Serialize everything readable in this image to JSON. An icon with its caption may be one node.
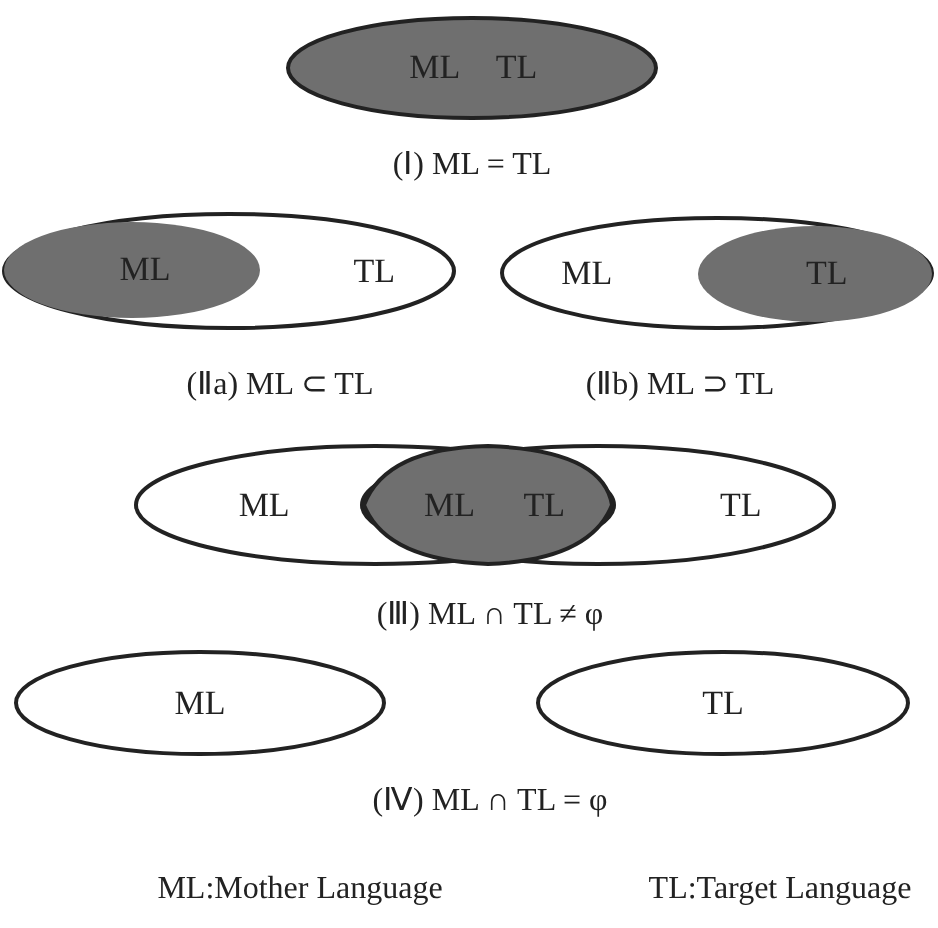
{
  "diagram": {
    "nodes": [
      {
        "text": [
          "ML",
          "TL"
        ]
      },
      {
        "text": [
          "TL"
        ]
      },
      {
        "text": [
          "ML"
        ],
        "in": 1
      },
      {
        "text": [
          "ML"
        ]
      },
      {
        "text": [
          "TL"
        ],
        "in": 3
      },
      {
        "text": [
          "ML"
        ]
      },
      {
        "text": [
          "ML",
          "TL"
        ]
      },
      {
        "text": [
          "TL"
        ]
      },
      {
        "text": [
          "ML"
        ]
      },
      {
        "text": [
          "TL"
        ]
      }
    ],
    "edges": [],
    "labels": [
      "(Ⅰ) ML = TL",
      "(Ⅱa) ML ⊂ TL",
      "(Ⅱb) ML ⊃ TL",
      "(Ⅲ) ML ∩ TL ≠ φ",
      "(Ⅳ) ML ∩ TL = φ",
      "ML:Mother Language",
      "TL:Target Language"
    ]
  }
}
